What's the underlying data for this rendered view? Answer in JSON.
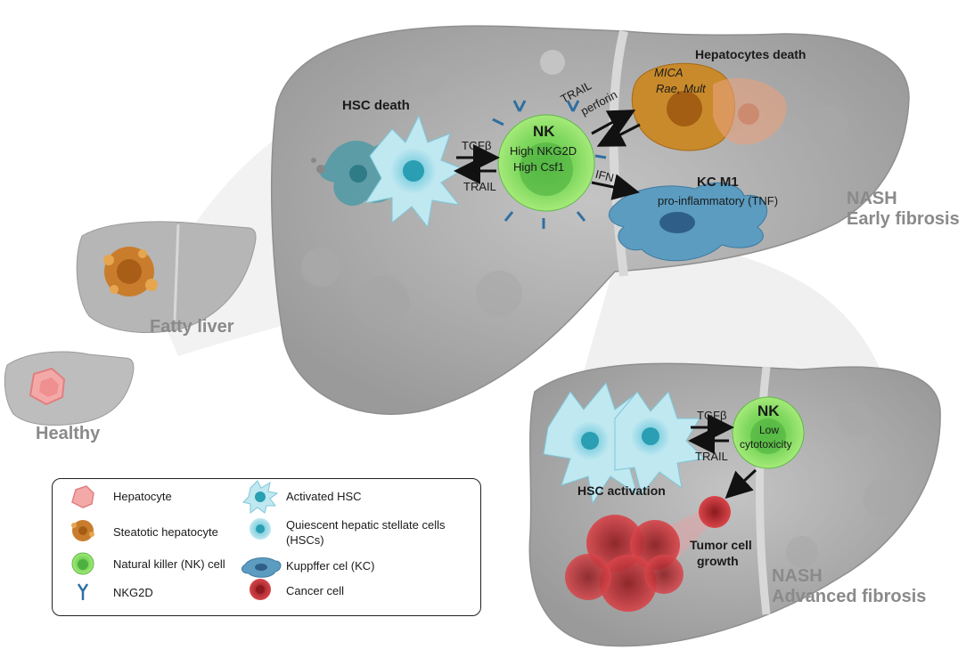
{
  "stages": {
    "healthy": "Healthy",
    "fatty": "Fatty liver",
    "early": [
      "NASH",
      "Early fibrosis"
    ],
    "advanced": [
      "NASH",
      "Advanced fibrosis"
    ]
  },
  "early_panel": {
    "hsc_death": "HSC death",
    "hepatocytes_death": "Hepatocytes  death",
    "ligands": [
      "MICA",
      "Rae, Mult"
    ],
    "nk": {
      "title": "NK",
      "line1": "High NKG2D",
      "line2": "High Csf1"
    },
    "trail_perforin": [
      "TRAIL",
      "perforin"
    ],
    "tgfb": "TGFβ",
    "trail": "TRAIL",
    "ifn": "IFN",
    "kc_title": "KC M1",
    "kc_sub": "pro-inflammatory (TNF)"
  },
  "advanced_panel": {
    "tgfb": "TGFβ",
    "trail": "TRAIL",
    "nk": {
      "title": "NK",
      "line1": "Low",
      "line2": "cytotoxicity"
    },
    "hsc_activation": "HSC activation",
    "tumor": [
      "Tumor cell",
      "growth"
    ]
  },
  "legend": {
    "items": [
      {
        "label": "Hepatocyte",
        "icon": "hepatocyte-icon"
      },
      {
        "label": "Steatotic hepatocyte",
        "icon": "steatotic-hepatocyte-icon"
      },
      {
        "label": "Natural killer (NK) cell",
        "icon": "nk-cell-icon"
      },
      {
        "label": "NKG2D",
        "icon": "nkg2d-receptor-icon"
      },
      {
        "label": "Activated HSC",
        "icon": "activated-hsc-icon"
      },
      {
        "label": "Quiescent  hepatic stellate cells",
        "label2": "(HSCs)",
        "icon": "quiescent-hsc-icon"
      },
      {
        "label": "Kuppffer cel (KC)",
        "icon": "kupffer-cell-icon"
      },
      {
        "label": "Cancer cell",
        "icon": "cancer-cell-icon"
      }
    ]
  },
  "colors": {
    "liver": "#b8b8b8",
    "liver_dark": "#8f8f8f",
    "nk": "#7ed957",
    "hsc": "#9ed8e6",
    "kc": "#5b9cc0",
    "cancer": "#c0262b",
    "hepatocyte": "#f2a0a0",
    "steatotic": "#d08a30"
  }
}
